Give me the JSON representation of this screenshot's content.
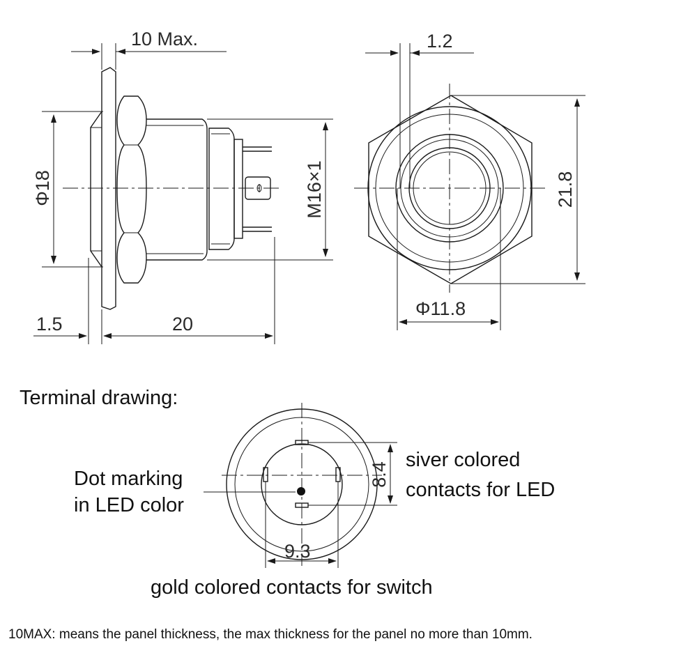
{
  "colors": {
    "ink": "#1a1a1a",
    "background": "#ffffff"
  },
  "dimensions": {
    "max_thickness": "10 Max.",
    "diameter_18": "Φ18",
    "thread": "M16×1",
    "flange": "1.5",
    "length": "20",
    "tab": "1.2",
    "hex_width": "21.8",
    "diameter_118": "Φ11.8",
    "pin_spacing_v": "8.4",
    "pin_spacing_h": "9.3"
  },
  "labels": {
    "terminal_title": "Terminal drawing:",
    "dot_line1": "Dot marking",
    "dot_line2": "in LED color",
    "led_line1": "siver colored",
    "led_line2": "contacts for LED",
    "switch_label": "gold colored contacts for switch",
    "footnote": "10MAX: means the panel thickness, the max thickness for the panel no more than 10mm."
  }
}
